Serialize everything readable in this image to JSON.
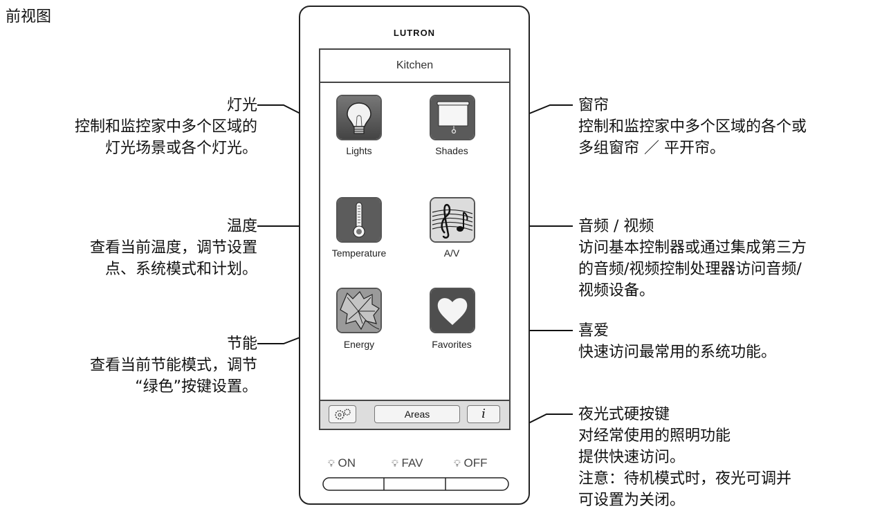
{
  "title": "前视图",
  "device": {
    "brand": "LUTRON",
    "room": "Kitchen",
    "tiles": {
      "lights": "Lights",
      "shades": "Shades",
      "temperature": "Temperature",
      "av": "A/V",
      "energy": "Energy",
      "favorites": "Favorites"
    },
    "bottom_bar": {
      "areas": "Areas",
      "info": "i"
    },
    "hard_keys": {
      "on": "ON",
      "fav": "FAV",
      "off": "OFF"
    }
  },
  "callouts": {
    "lights": {
      "title": "灯光",
      "lines": [
        "控制和监控家中多个区域的",
        "灯光场景或各个灯光。"
      ]
    },
    "temperature": {
      "title": "温度",
      "lines": [
        "查看当前温度，调节设置",
        "点、系统模式和计划。"
      ]
    },
    "energy": {
      "title": "节能",
      "lines": [
        "查看当前节能模式，调节",
        "“绿色”按键设置。"
      ]
    },
    "shades": {
      "title": "窗帘",
      "lines": [
        "控制和监控家中多个区域的各个或",
        "多组窗帘 ／ 平开帘。"
      ]
    },
    "av": {
      "title": "音频 / 视频",
      "lines": [
        "访问基本控制器或通过集成第三方",
        "的音频/视频控制处理器访问音频/",
        "视频设备。"
      ]
    },
    "favorites": {
      "title": "喜爱",
      "lines": [
        "快速访问最常用的系统功能。"
      ]
    },
    "hardkeys": {
      "title": "夜光式硬按键",
      "lines": [
        "对经常使用的照明功能",
        "提供快速访问。",
        "注意：待机模式时，夜光可调并",
        "可设置为关闭。"
      ]
    }
  },
  "icons": [
    "bulb-icon",
    "shade-icon",
    "thermometer-icon",
    "music-note-icon",
    "leaf-icon",
    "heart-icon",
    "gears-icon",
    "info-icon",
    "bulb-small-icon"
  ]
}
